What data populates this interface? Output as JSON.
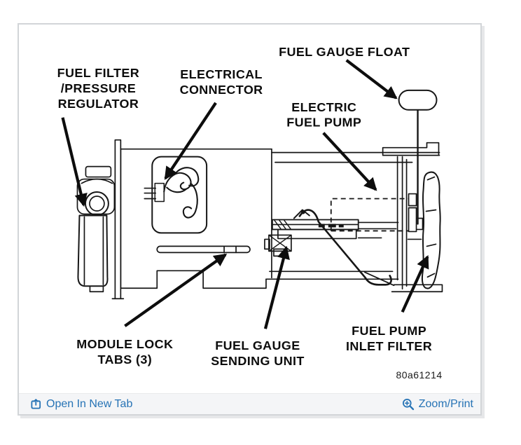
{
  "diagram": {
    "labels": {
      "fuel_gauge_float": {
        "lines": [
          "FUEL GAUGE FLOAT"
        ]
      },
      "fuel_filter_pressure_regulator": {
        "lines": [
          "FUEL FILTER",
          "/PRESSURE",
          "REGULATOR"
        ]
      },
      "electrical_connector": {
        "lines": [
          "ELECTRICAL",
          "CONNECTOR"
        ]
      },
      "electric_fuel_pump": {
        "lines": [
          "ELECTRIC",
          "FUEL PUMP"
        ]
      },
      "module_lock_tabs": {
        "lines": [
          "MODULE LOCK",
          "TABS (3)"
        ]
      },
      "fuel_gauge_sending_unit": {
        "lines": [
          "FUEL GAUGE",
          "SENDING UNIT"
        ]
      },
      "fuel_pump_inlet_filter": {
        "lines": [
          "FUEL PUMP",
          "INLET FILTER"
        ]
      }
    },
    "part_number": "80a61214"
  },
  "footer": {
    "open_in_new_tab_label": "Open In New Tab",
    "zoom_print_label": "Zoom/Print"
  },
  "colors": {
    "link_blue": "#2673b5",
    "footer_background": "#f4f5f7",
    "panel_border": "#d2d5d8",
    "diagram_ink": "#161616"
  }
}
